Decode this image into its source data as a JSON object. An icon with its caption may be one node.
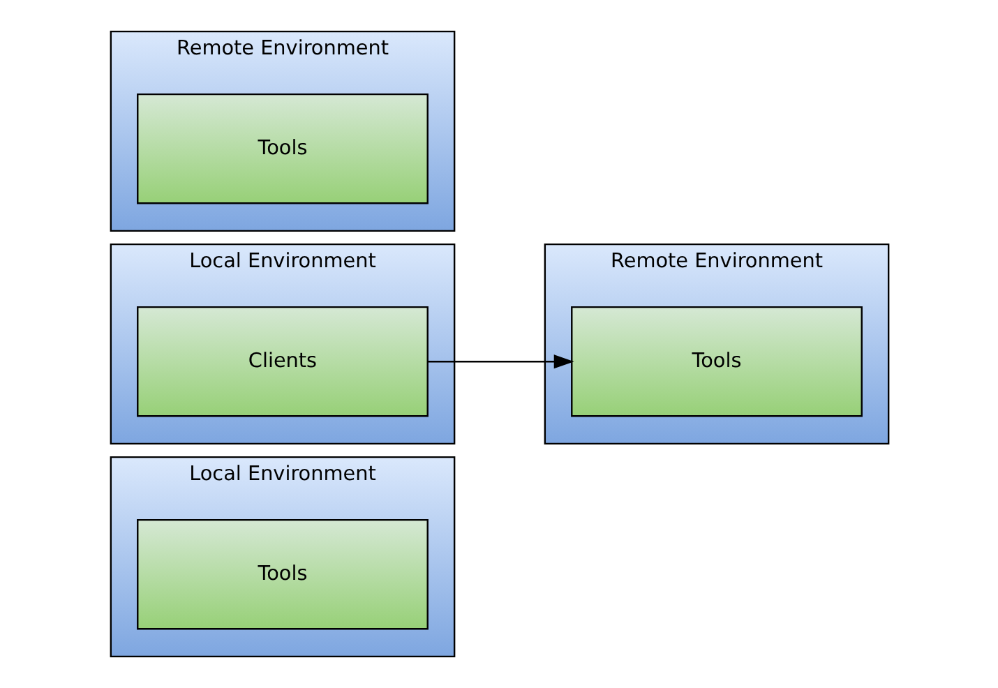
{
  "diagram": {
    "nodes": [
      {
        "text": [
          "Local Environment"
        ]
      },
      {
        "text": [
          "Tools"
        ],
        "in": 0
      },
      {
        "text": [
          "Local Environment"
        ]
      },
      {
        "text": [
          "Clients"
        ],
        "in": 2
      },
      {
        "text": [
          "Remote Environment"
        ]
      },
      {
        "text": [
          "Tools"
        ],
        "in": 4
      },
      {
        "text": [
          "Remote Environment"
        ]
      },
      {
        "text": [
          "Tools"
        ],
        "in": 6
      }
    ],
    "edges": [
      {
        "from": 3,
        "to": 5,
        "arrow": "to"
      }
    ]
  }
}
